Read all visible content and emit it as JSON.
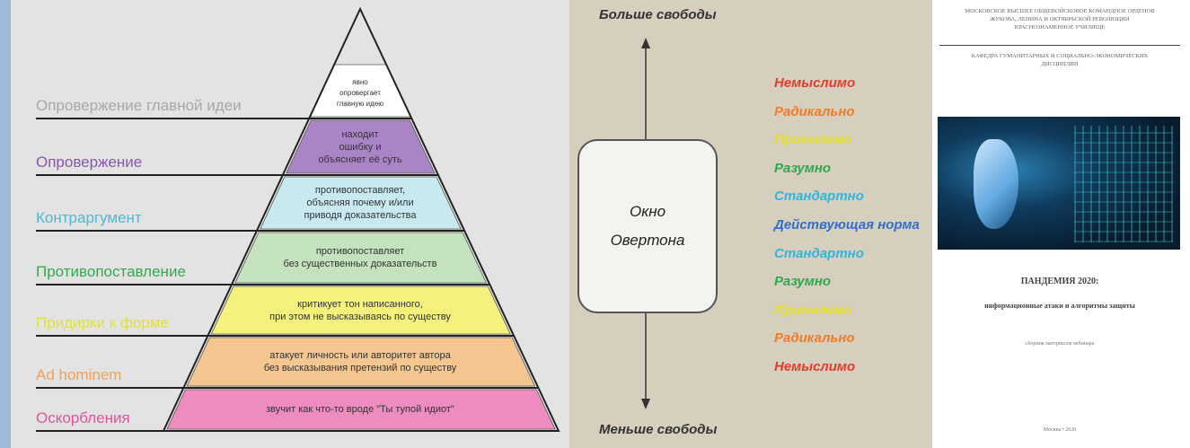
{
  "pyramid": {
    "levels": [
      {
        "label": "Опровержение главной идеи",
        "color": "#a8a8a8",
        "fill": "#ffffff",
        "text": "явно\nопровергает\nглавную идею"
      },
      {
        "label": "Опровержение",
        "color": "#8a56b0",
        "fill": "#a985c6",
        "text": "находит\nошибку и\nобъясняет её суть"
      },
      {
        "label": "Контраргумент",
        "color": "#54b6cf",
        "fill": "#c8e9ef",
        "text": "противопоставляет,\nобъясняя почему и/или\nприводя доказательства"
      },
      {
        "label": "Противопоставление",
        "color": "#36a84f",
        "fill": "#c3e2bd",
        "text": "противопоставляет\nбез существенных доказательств"
      },
      {
        "label": "Придирки к форме",
        "color": "#e2e23a",
        "fill": "#f4f27c",
        "text": "критикует тон написанного,\nпри этом не высказываясь по существу"
      },
      {
        "label": "Ad hominem",
        "color": "#f0a05a",
        "fill": "#f6c691",
        "text": "атакует личность или авторитет автора\nбез высказывания претензий по существу"
      },
      {
        "label": "Оскорбления",
        "color": "#e0559a",
        "fill": "#ee8cc0",
        "text": "звучит как что-то вроде \"Ты тупой идиот\""
      }
    ]
  },
  "overton": {
    "top_label": "Больше свободы",
    "bottom_label": "Меньше свободы",
    "box_line1": "Окно",
    "box_line2": "Овертона",
    "items": [
      {
        "text": "Немыслимо",
        "color": "#e8392a"
      },
      {
        "text": "Радикально",
        "color": "#f07c2a"
      },
      {
        "text": "Приемлемо",
        "color": "#e4e02a"
      },
      {
        "text": "Разумно",
        "color": "#2ea84f"
      },
      {
        "text": "Стандартно",
        "color": "#33b5dd"
      },
      {
        "text": "Действующая норма",
        "color": "#2f6fd0"
      },
      {
        "text": "Стандартно",
        "color": "#33b5dd"
      },
      {
        "text": "Разумно",
        "color": "#2ea84f"
      },
      {
        "text": "Приемлемо",
        "color": "#e4e02a"
      },
      {
        "text": "Радикально",
        "color": "#f07c2a"
      },
      {
        "text": "Немыслимо",
        "color": "#e8392a"
      }
    ]
  },
  "document": {
    "header_line1": "МОСКОВСКОЕ ВЫСШЕЕ ОБЩЕВОЙСКОВОЕ КОМАНДНОЕ ОРДЕНОВ",
    "header_line2": "ЖУКОВА, ЛЕНИНА И ОКТЯБРЬСКОЙ РЕВОЛЮЦИИ",
    "header_line3": "КРАСНОЗНАМЕННОЕ УЧИЛИЩЕ",
    "dept_line1": "КАФЕДРА ГУМАНИТАРНЫХ И СОЦИАЛЬНО-ЭКОНОМИЧЕСКИХ",
    "dept_line2": "ДИСЦИПЛИН",
    "title": "ПАНДЕМИЯ 2020:",
    "subtitle": "информационные атаки и алгоритмы защиты",
    "note": "сборник материалов вебинара",
    "footer": "Москва • 2020"
  }
}
